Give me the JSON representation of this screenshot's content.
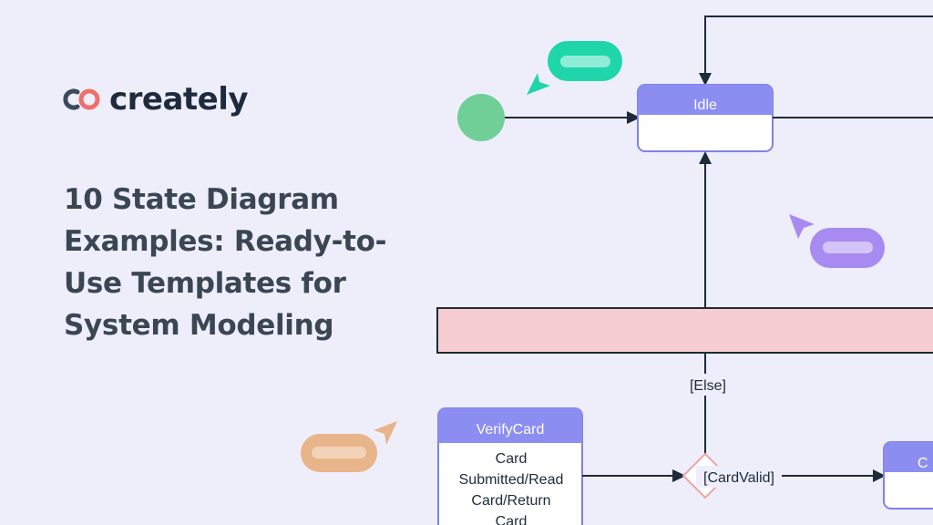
{
  "brand": {
    "name": "creately"
  },
  "headline": "10 State Diagram Examples: Ready-to-Use Templates for System Modeling",
  "diagram": {
    "idle_state": "Idle",
    "verify_state": "VerifyCard",
    "verify_body": [
      "Card",
      "Submitted/Read",
      "Card/Return",
      "Card"
    ],
    "guard_else": "[Else]",
    "guard_valid": "[CardValid]",
    "partial_state": "C"
  },
  "colors": {
    "background": "#eeeefb",
    "state_header": "#8b8ef0",
    "state_border": "#7f82ea",
    "connector": "#1c2b3a",
    "start_node": "#6fcf97",
    "fork_bar": "#f5cdd3",
    "decision_border": "#f0a3a3",
    "cursor_teal": "#1ed6aa",
    "cursor_purple": "#a78bf0",
    "cursor_orange": "#e8b48a"
  }
}
